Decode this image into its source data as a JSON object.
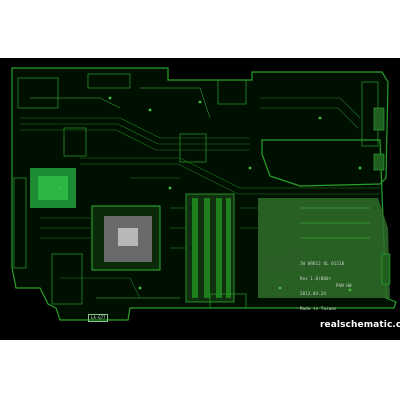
{
  "board": {
    "silkscreen_lines": [
      "JW 09D12 QL 01210",
      "Rev 1.0(B00)",
      "2012.04.24",
      "Made in Taiwan"
    ],
    "fab_mark": "PAN HW",
    "board_label": "LA-677",
    "watermark": "realschematic.com"
  },
  "colors": {
    "background": "#000000",
    "trace": "#1e7a1e",
    "trace_bright": "#3fbf3f",
    "copper_fill": "#2f6f2a",
    "chip_fill": "#1f9a3a",
    "socket_fill": "#8a8a8a",
    "silkscreen": "#cfd8cf",
    "watermark": "#ffffff"
  }
}
